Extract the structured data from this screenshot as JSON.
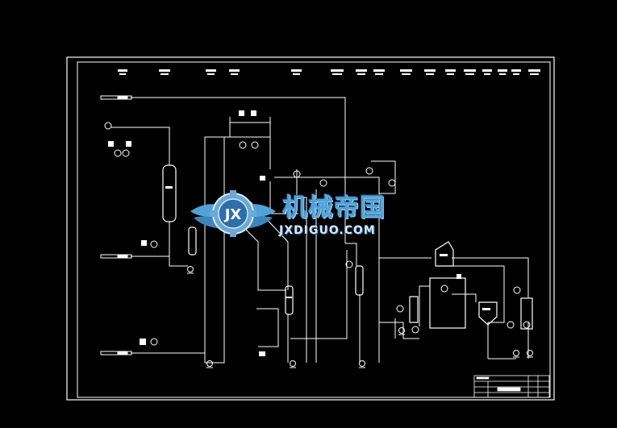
{
  "watermark": {
    "title": "机械帝国",
    "subtitle": "JXDIGUO.COM",
    "logo_text": "JX",
    "logo_icon": "winged-gear-logo-icon",
    "color": "#4fa3d9"
  },
  "colors": {
    "background": "#000000",
    "linework": "#ffffff"
  }
}
